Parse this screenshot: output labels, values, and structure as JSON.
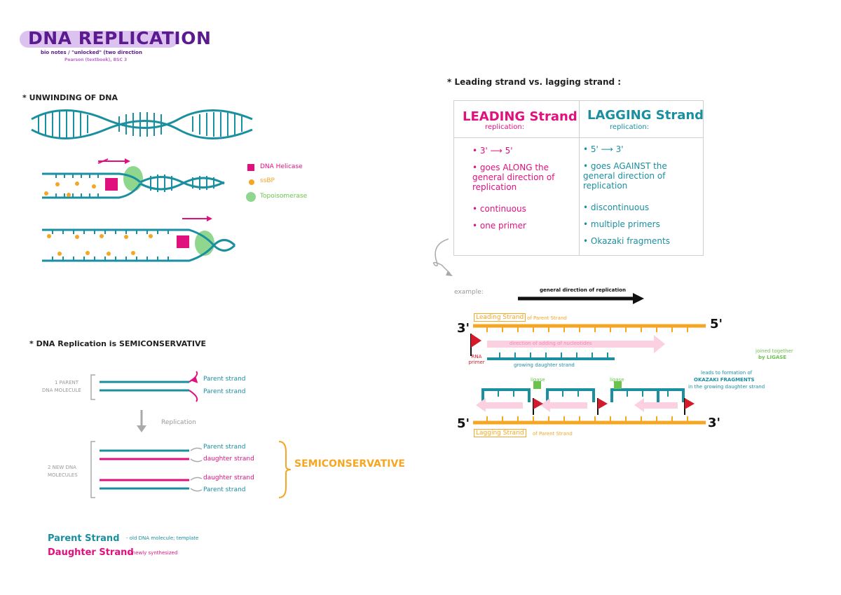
{
  "header": {
    "title": "DNA REPLICATION",
    "subtitle": "bio notes / \"unlocked\" (two direction",
    "subtitle2": "Pearson (textbook), BSC 3"
  },
  "unwinding": {
    "heading": "* UNWINDING OF DNA",
    "legend": [
      {
        "label": "DNA Helicase",
        "color": "#e0117f"
      },
      {
        "label": "ssBP",
        "color": "#f5a623"
      },
      {
        "label": "Topoisomerase",
        "color": "#6bc34d"
      }
    ]
  },
  "semiconservative": {
    "heading": "* DNA Replication is SEMICONSERVATIVE",
    "left_label_top": [
      "1 PARENT",
      "DNA MOLECULE"
    ],
    "left_label_bottom": [
      "2 NEW DNA",
      "MOLECULES"
    ],
    "arrow_label": "Replication",
    "top_strands": [
      "Parent strand",
      "Parent strand"
    ],
    "bottom_strands": [
      "Parent strand",
      "daughter strand",
      "daughter strand",
      "Parent strand"
    ],
    "bracket_label": "SEMICONSERVATIVE",
    "key": [
      {
        "term": "Parent Strand",
        "desc": "- old DNA molecule; template"
      },
      {
        "term": "Daughter Strand",
        "desc": "- newly synthesized"
      }
    ]
  },
  "comparison": {
    "heading": "* Leading strand vs. lagging strand :",
    "leading": {
      "title": "LEADING Strand",
      "subtitle": "replication:",
      "items": [
        "3' ⟶ 5'",
        "goes ALONG the general direction of replication",
        "continuous",
        "one primer"
      ]
    },
    "lagging": {
      "title": "LAGGING Strand",
      "subtitle": "replication:",
      "items": [
        "5' ⟶ 3'",
        "goes AGAINST the general direction of replication",
        "discontinuous",
        "multiple primers",
        "Okazaki fragments"
      ]
    }
  },
  "example": {
    "label": "example:",
    "direction": "general direction of replication",
    "leading_box": "Leading Strand",
    "leading_suffix": "of Parent Strand",
    "leading_end_left": "3'",
    "leading_end_right": "5'",
    "synthesis": "direction of adding of nucleotides",
    "primer": "RNA primer",
    "growing": "growing daughter strand",
    "ligase": "ligase",
    "ligase2": "ligase",
    "joined": [
      "joined together",
      "by LIGASE"
    ],
    "okazaki": [
      "leads to formation of",
      "OKAZAKI FRAGMENTS",
      "in the growing daughter strand"
    ],
    "lagging_end_left": "5'",
    "lagging_end_right": "3'",
    "lagging_box": "Lagging Strand",
    "lagging_suffix": "of Parent Strand"
  }
}
